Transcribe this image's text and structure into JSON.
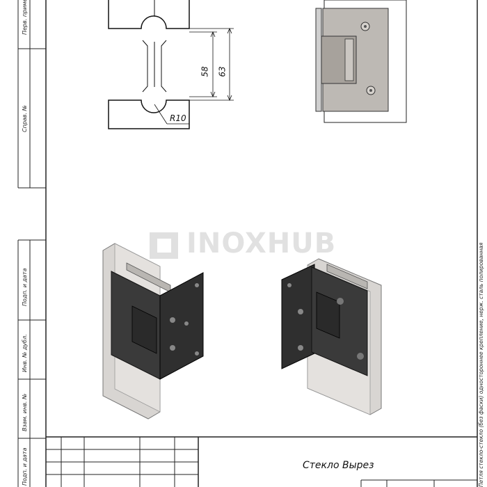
{
  "sidebar": {
    "stamps": [
      {
        "label": "Перв. примен."
      },
      {
        "label": "Справ. №"
      },
      {
        "label": "Подп. и дата"
      },
      {
        "label": "Инв. № дубл."
      },
      {
        "label": "Взам. инв. №"
      },
      {
        "label": "Подп. и дата"
      }
    ]
  },
  "drawing": {
    "dimensions": {
      "d58": "58",
      "d63": "63",
      "radius": "R10"
    }
  },
  "watermark": {
    "text": "INOXHUB"
  },
  "title_block": {
    "title": "Стекло Вырез"
  },
  "side_note": "Петля стекло-стекло (без фаски) одностороннее крепление, нерж. сталь полированная"
}
